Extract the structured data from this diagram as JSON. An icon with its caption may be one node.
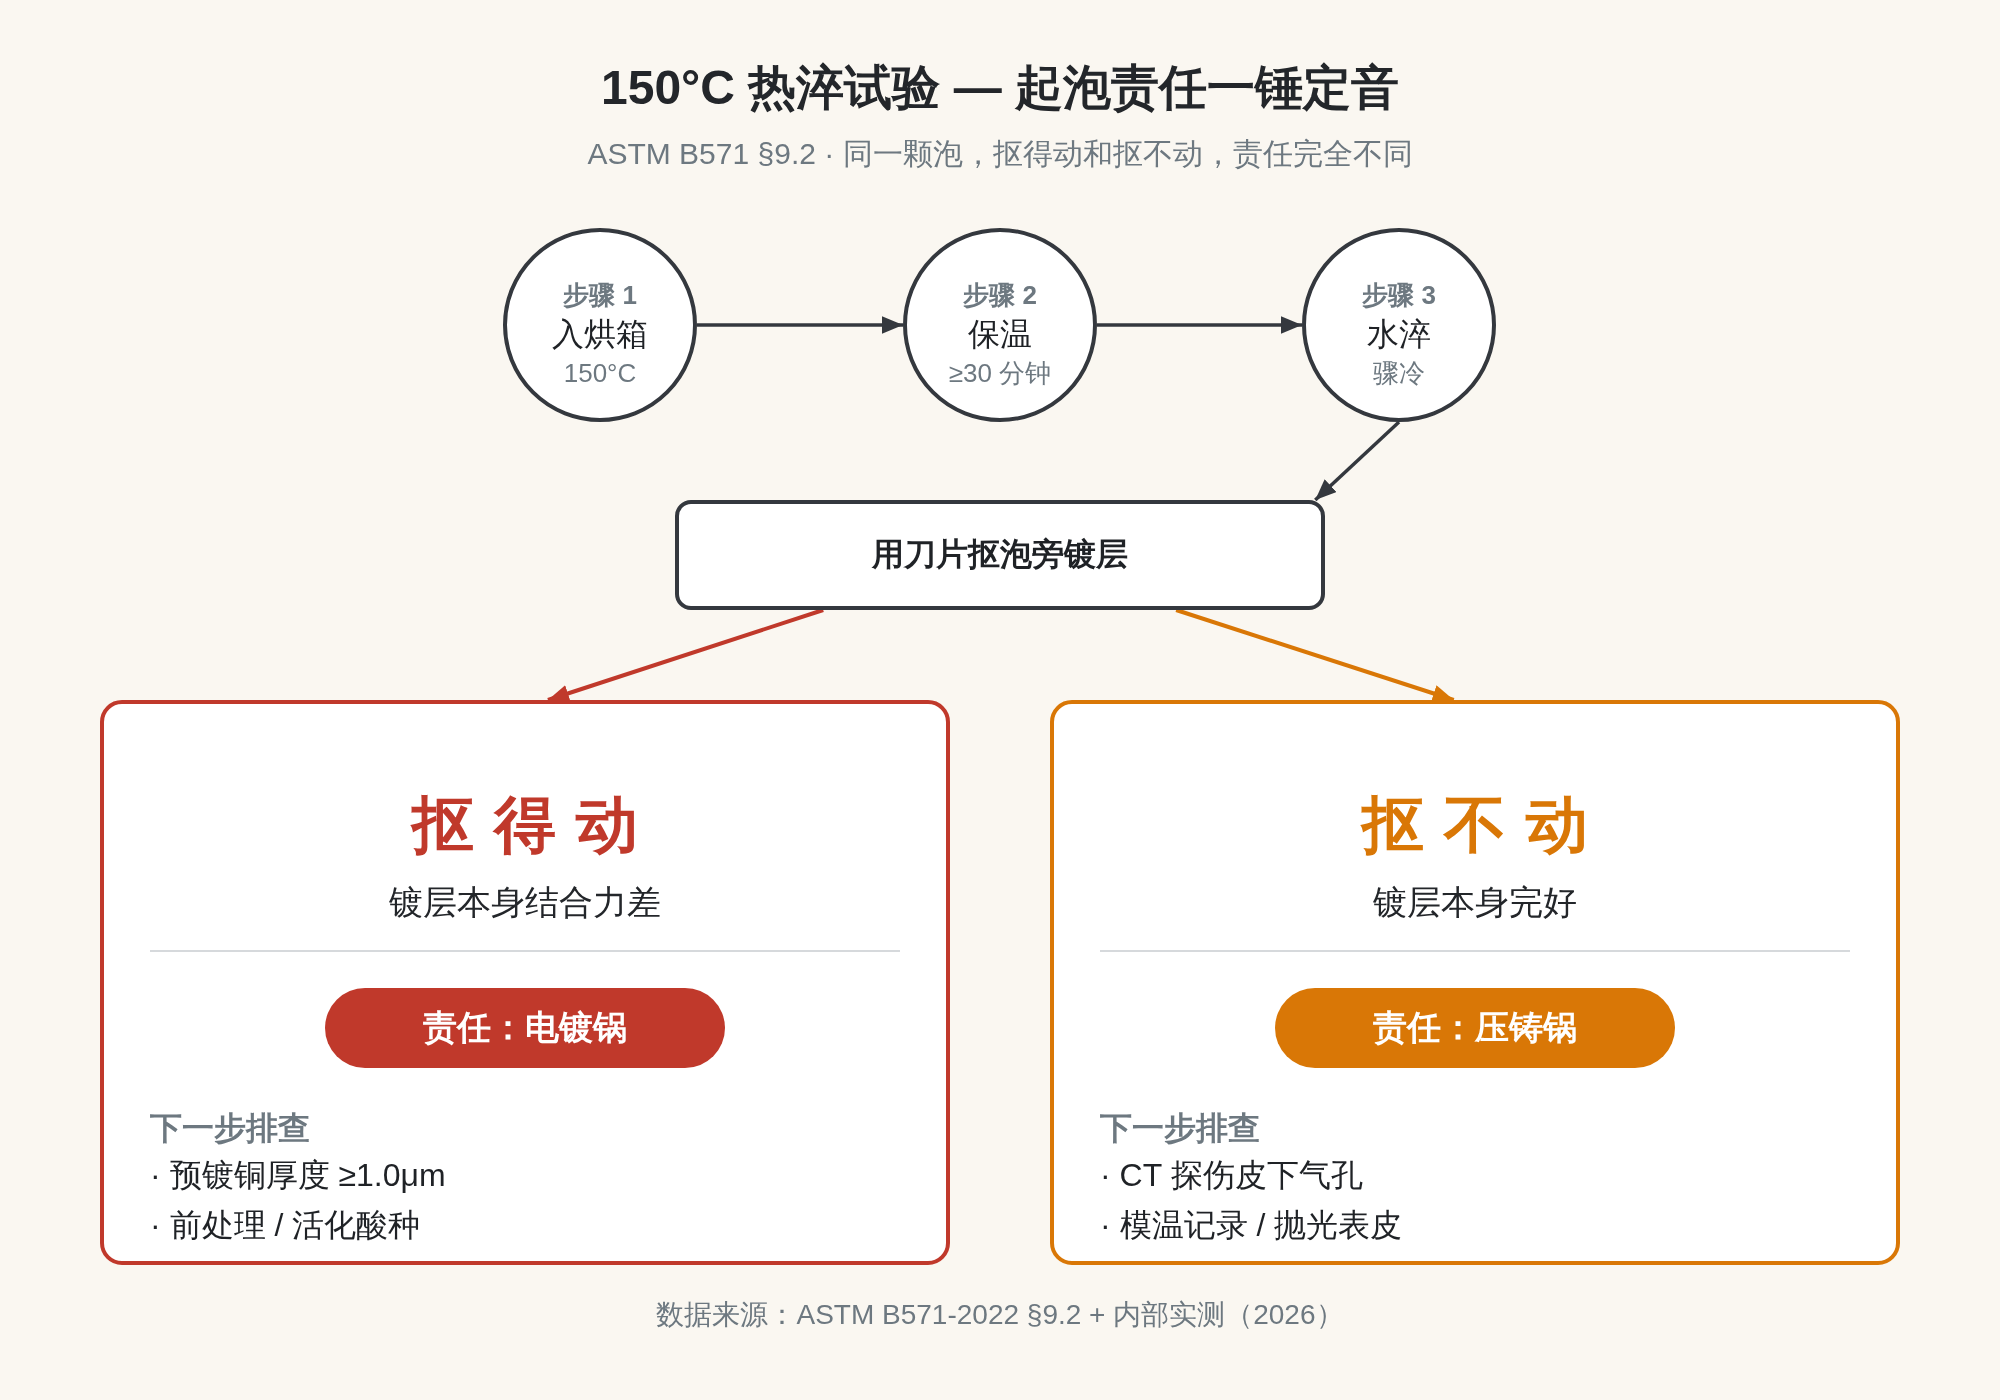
{
  "diagram": {
    "title": "150°C 热淬试验 — 起泡责任一锤定音",
    "labels": [
      "ASTM B571 §9.2 · 同一颗泡，抠得动和抠不动，责任完全不同"
    ],
    "nodes": [
      {
        "text": [
          "步骤 1",
          "入烘箱",
          "150°C"
        ]
      },
      {
        "text": [
          "步骤 2",
          "保温",
          "≥30 分钟"
        ]
      },
      {
        "text": [
          "步骤 3",
          "水淬",
          "骤冷"
        ]
      },
      {
        "text": [
          "用刀片抠泡旁镀层"
        ]
      },
      {
        "text": [
          "抠得动",
          "镀层本身结合力差",
          "下一步排查",
          "· 预镀铜厚度 ≥1.0μm",
          "· 前处理 / 活化酸种"
        ]
      },
      {
        "text": [
          "责任：电镀锅"
        ],
        "in": 4
      },
      {
        "text": [
          "抠不动",
          "镀层本身完好",
          "下一步排查",
          "· CT 探伤皮下气孔",
          "· 模温记录 / 抛光表皮"
        ]
      },
      {
        "text": [
          "责任：压铸锅"
        ],
        "in": 6
      }
    ],
    "edges": [
      {
        "from": 0,
        "to": 1,
        "arrow": "to"
      },
      {
        "from": 1,
        "to": 2,
        "arrow": "to"
      },
      {
        "from": 2,
        "to": 3,
        "arrow": "to"
      },
      {
        "from": 3,
        "to": 4,
        "arrow": "to",
        "color": "#c0392b"
      },
      {
        "from": 3,
        "to": 6,
        "arrow": "to",
        "color": "#d97706"
      }
    ],
    "caption": "数据来源：ASTM B571-2022 §9.2 + 内部实测（2026）"
  }
}
